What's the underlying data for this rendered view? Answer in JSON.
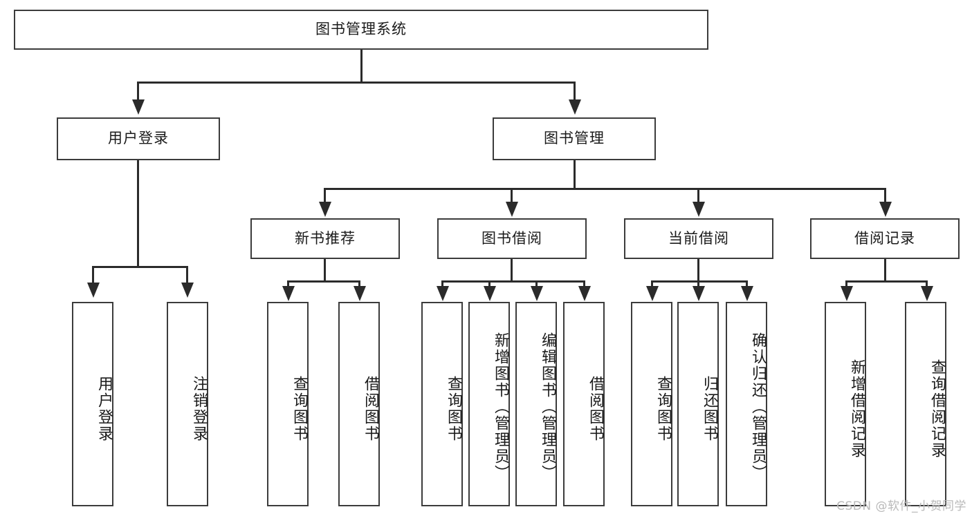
{
  "diagram": {
    "type": "tree",
    "title": "图书管理系统",
    "watermark": "CSDN @软件_小贺同学",
    "root": {
      "label": "图书管理系统",
      "level": 0
    },
    "level1": [
      {
        "label": "用户登录"
      },
      {
        "label": "图书管理"
      }
    ],
    "level2": [
      {
        "label": "新书推荐"
      },
      {
        "label": "图书借阅"
      },
      {
        "label": "当前借阅"
      },
      {
        "label": "借阅记录"
      }
    ],
    "leaves": {
      "user_login": [
        {
          "label": "用户登录"
        },
        {
          "label": "注销登录"
        }
      ],
      "new_book_recommend": [
        {
          "label": "查询图书"
        },
        {
          "label": "借阅图书"
        }
      ],
      "book_borrow": [
        {
          "label": "查询图书"
        },
        {
          "label": "新增图书（管理员）"
        },
        {
          "label": "编辑图书（管理员）"
        },
        {
          "label": "借阅图书"
        }
      ],
      "current_borrow": [
        {
          "label": "查询图书"
        },
        {
          "label": "归还图书"
        },
        {
          "label": "确认归还（管理员）"
        }
      ],
      "borrow_record": [
        {
          "label": "新增借阅记录"
        },
        {
          "label": "查询借阅记录"
        }
      ]
    },
    "colors": {
      "box_border": "#3b3b3b",
      "connector": "#2b2b2b",
      "text": "#1a1a1a",
      "background": "#ffffff",
      "watermark": "#b9b9b9"
    }
  }
}
